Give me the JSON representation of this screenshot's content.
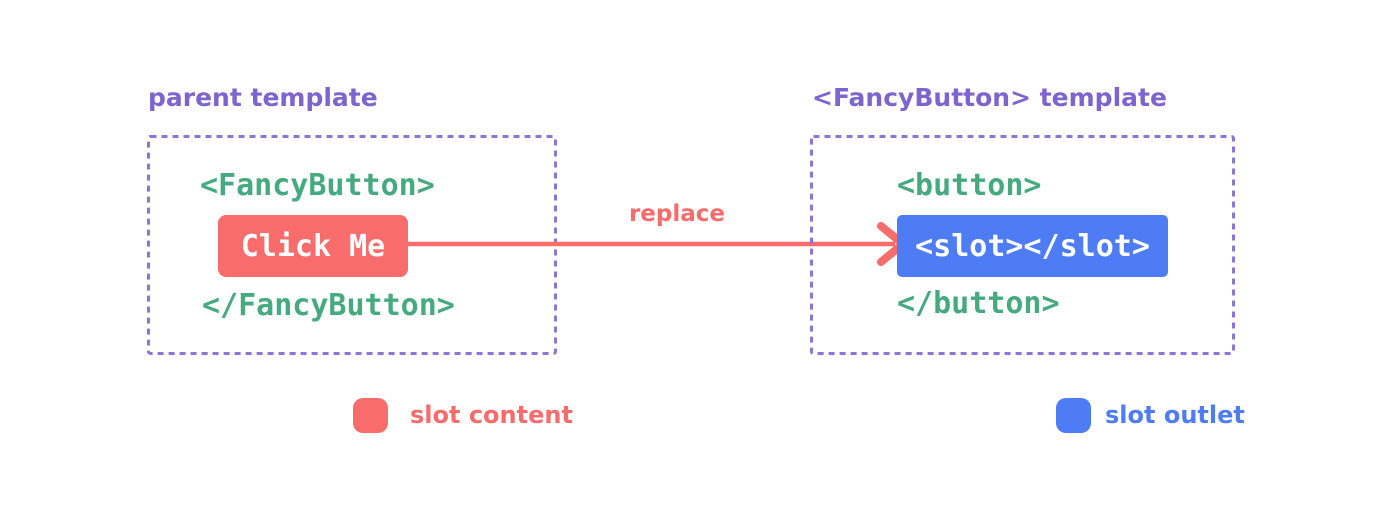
{
  "colors": {
    "background": "#ffffff",
    "purple": "#7e64cf",
    "purple_border": "#8b76d8",
    "green": "#45aa80",
    "red": "#f86c6c",
    "blue": "#4d7cf5"
  },
  "left_panel": {
    "title": "parent template",
    "open_tag": "<FancyButton>",
    "button_label": "Click Me",
    "close_tag": "</FancyButton>"
  },
  "arrow": {
    "label": "replace"
  },
  "right_panel": {
    "title": "<FancyButton> template",
    "open_tag": "<button>",
    "slot_code": "<slot></slot>",
    "close_tag": "</button>"
  },
  "legend": [
    {
      "label": "slot content",
      "color": "#f86c6c"
    },
    {
      "label": "slot outlet",
      "color": "#4d7cf5"
    }
  ]
}
